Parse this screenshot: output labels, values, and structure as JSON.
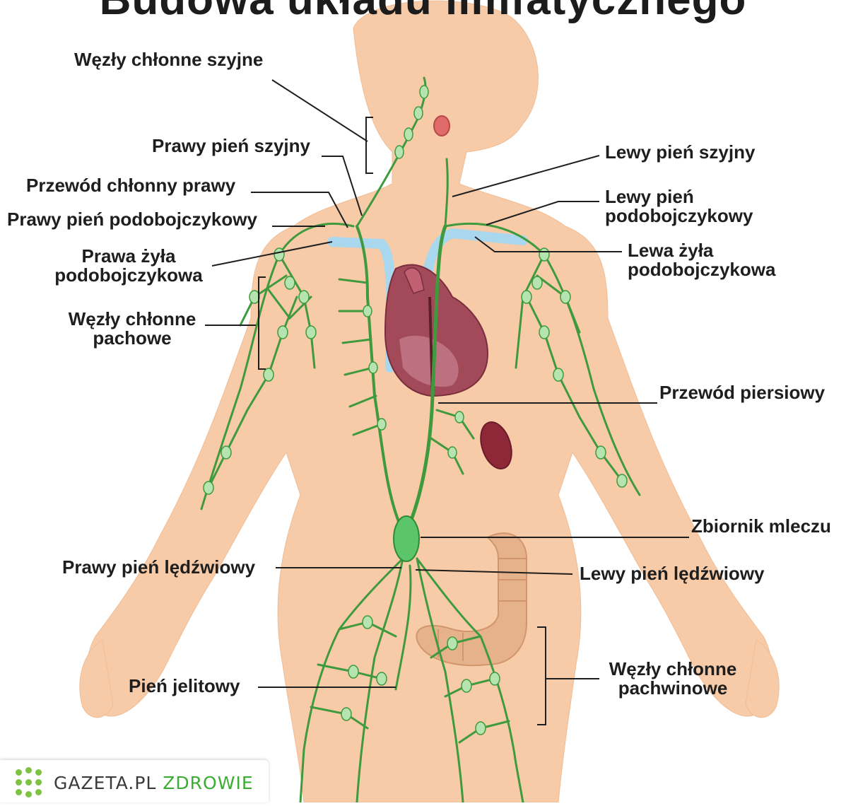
{
  "title": "Budowa układu limfatycznego",
  "labels": {
    "cervical_nodes": "Węzły chłonne szyjne",
    "right_jugular_trunk": "Prawy pień szyjny",
    "right_lymphatic_duct": "Przewód chłonny prawy",
    "right_subclavian_trunk": "Prawy pień podobojczykowy",
    "right_subclavian_vein_1": "Prawa żyła",
    "right_subclavian_vein_2": "podobojczykowa",
    "axillary_nodes_1": "Węzły chłonne",
    "axillary_nodes_2": "pachowe",
    "left_jugular_trunk": "Lewy pień szyjny",
    "left_subclavian_trunk_1": "Lewy pień",
    "left_subclavian_trunk_2": "podobojczykowy",
    "left_subclavian_vein_1": "Lewa żyła",
    "left_subclavian_vein_2": "podobojczykowa",
    "thoracic_duct": "Przewód piersiowy",
    "cisterna_chyli": "Zbiornik mleczu",
    "right_lumbar_trunk": "Prawy pień lędźwiowy",
    "left_lumbar_trunk": "Lewy pień lędźwiowy",
    "intestinal_trunk": "Pień jelitowy",
    "inguinal_nodes_1": "Węzły chłonne",
    "inguinal_nodes_2": "pachwinowe"
  },
  "logo": {
    "brand": "GAZETA.PL",
    "section": "ZDROWIE",
    "icon": "dots-grid-icon"
  },
  "colors": {
    "skin": "#f7cba8",
    "lymph": "#3f9a3d",
    "node": "#b6e4b0",
    "vein": "#a9d8ee",
    "heart": "#a24a5a",
    "spleen": "#8e2838",
    "intestine": "#e2ad86",
    "brand_green": "#3cad34"
  }
}
